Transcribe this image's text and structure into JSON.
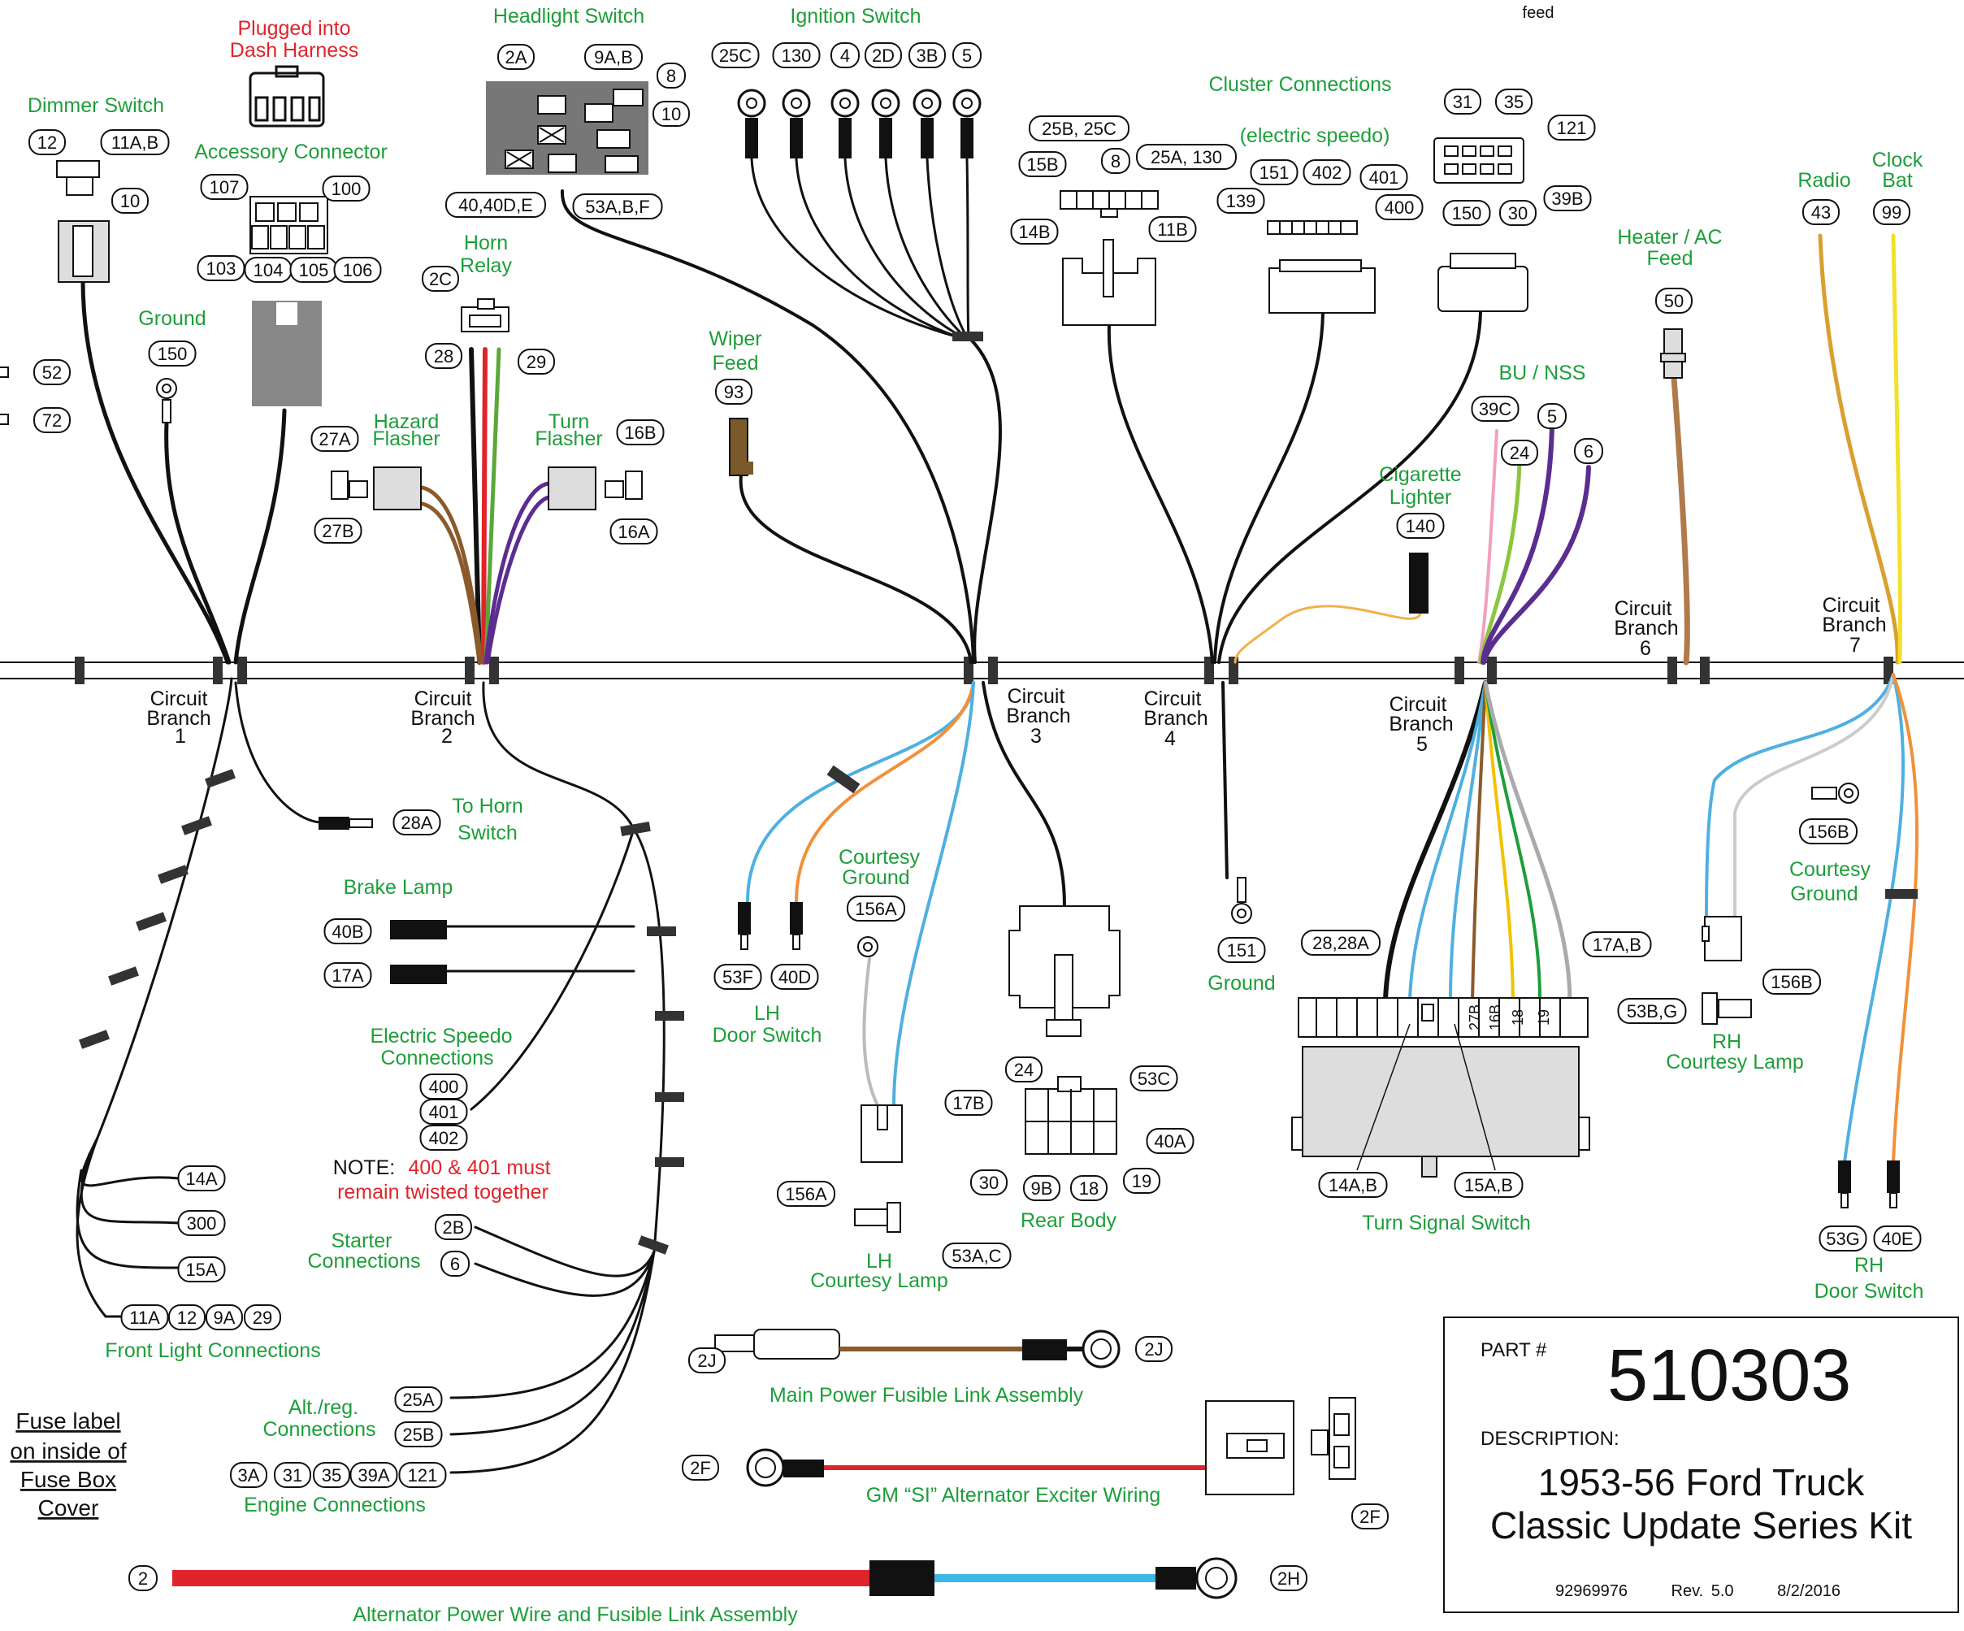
{
  "diagram": {
    "top_label": "feed",
    "components": {
      "headlight_switch": {
        "title": "Headlight Switch",
        "pins": [
          "2A",
          "9A,B",
          "8",
          "10",
          "40,40D,E",
          "53A,B,F"
        ]
      },
      "ignition_switch": {
        "title": "Ignition Switch",
        "pins": [
          "25C",
          "130",
          "4",
          "2D",
          "3B",
          "5"
        ]
      },
      "cluster": {
        "title": "Cluster Connections",
        "sub": "(electric speedo)",
        "pins": [
          "25B, 25C",
          "15B",
          "8",
          "25A, 130",
          "14B",
          "11B",
          "151",
          "402",
          "401",
          "139",
          "400"
        ]
      },
      "right_cluster_pins": [
        "31",
        "35",
        "121",
        "150",
        "30",
        "39B"
      ],
      "dash_plug": {
        "line1": "Plugged into",
        "line2": "Dash Harness"
      },
      "accessory": {
        "title": "Accessory Connector",
        "pins": [
          "107",
          "100",
          "103",
          "104",
          "105",
          "106"
        ]
      },
      "dimmer": {
        "title": "Dimmer Switch",
        "pins": [
          "12",
          "11A,B",
          "10"
        ]
      },
      "ground1": {
        "title": "Ground",
        "pin": "150"
      },
      "left_tags": [
        "52",
        "72"
      ],
      "horn_relay": {
        "line1": "Horn",
        "line2": "Relay",
        "pins": [
          "2C",
          "28",
          "29"
        ]
      },
      "hazard": {
        "line1": "Hazard",
        "line2": "Flasher",
        "pins": [
          "27A",
          "27B"
        ]
      },
      "turn_flasher": {
        "line1": "Turn",
        "line2": "Flasher",
        "pins": [
          "16B",
          "16A"
        ]
      },
      "wiper": {
        "line1": "Wiper",
        "line2": "Feed",
        "pin": "93"
      },
      "cig": {
        "line1": "Cigarette",
        "line2": "Lighter",
        "pin": "140"
      },
      "bu_nss": {
        "title": "BU / NSS",
        "pins": [
          "39C",
          "24",
          "5",
          "6"
        ]
      },
      "heater": {
        "line1": "Heater / AC",
        "line2": "Feed",
        "pin": "50"
      },
      "radio": {
        "title": "Radio",
        "pin": "43"
      },
      "clock": {
        "line1": "Clock",
        "line2": "Bat",
        "pin": "99"
      },
      "branch_word": "Circuit",
      "branch_word2": "Branch",
      "branches": [
        "1",
        "2",
        "3",
        "4",
        "5",
        "6",
        "7"
      ],
      "to_horn": {
        "line1": "To Horn",
        "line2": "Switch",
        "pin": "28A"
      },
      "brake": {
        "title": "Brake Lamp",
        "pins": [
          "40B",
          "17A"
        ]
      },
      "speedo": {
        "line1": "Electric Speedo",
        "line2": "Connections",
        "pins": [
          "400",
          "401",
          "402"
        ]
      },
      "note": {
        "prefix": "NOTE:",
        "text1": "400 & 401 must",
        "text2": "remain twisted together"
      },
      "front_pins": [
        "14A",
        "300",
        "15A"
      ],
      "front_light": {
        "title": "Front Light Connections",
        "pins": [
          "11A",
          "12",
          "9A",
          "29"
        ]
      },
      "starter": {
        "line1": "Starter",
        "line2": "Connections",
        "pins": [
          "2B",
          "6"
        ]
      },
      "altreg": {
        "line1": "Alt./reg.",
        "line2": "Connections",
        "pins": [
          "25A",
          "25B"
        ]
      },
      "engine": {
        "title": "Engine Connections",
        "pins": [
          "3A",
          "31",
          "35",
          "39A",
          "121"
        ]
      },
      "fuse_label": [
        "Fuse label",
        "on inside of",
        "Fuse Box",
        "Cover"
      ],
      "lh_door": {
        "line1": "LH",
        "line2": "Door Switch",
        "pins": [
          "53F",
          "40D"
        ]
      },
      "courtesy_ground_l": {
        "line1": "Courtesy",
        "line2": "Ground",
        "pin": "156A"
      },
      "lh_courtesy": {
        "line1": "LH",
        "line2": "Courtesy Lamp",
        "pins": [
          "156A",
          "53A,C"
        ]
      },
      "rear_body": {
        "title": "Rear Body",
        "pins": [
          "24",
          "53C",
          "17B",
          "40A",
          "30",
          "9B",
          "18",
          "19"
        ]
      },
      "ground4": {
        "title": "Ground",
        "pin": "151"
      },
      "turn_signal": {
        "title": "Turn Signal Switch",
        "pins": [
          "28,28A",
          "17A,B",
          "14A,B",
          "15A,B"
        ],
        "inner": [
          "27B",
          "16B",
          "18",
          "19"
        ]
      },
      "rh_courtesy_ground": {
        "line1": "Courtesy",
        "line2": "Ground",
        "pin": "156B"
      },
      "rh_courtesy": {
        "line1": "RH",
        "line2": "Courtesy Lamp",
        "pins": [
          "53B,G",
          "156B"
        ]
      },
      "rh_door": {
        "line1": "RH",
        "line2": "Door Switch",
        "pins": [
          "53G",
          "40E"
        ]
      },
      "main_power": {
        "title": "Main Power Fusible Link Assembly",
        "pins": [
          "2J",
          "2J"
        ]
      },
      "gm_si": {
        "title": "GM “SI” Alternator Exciter Wiring",
        "pins": [
          "2F",
          "2F"
        ]
      },
      "alt_power": {
        "title": "Alternator Power Wire and Fusible Link Assembly",
        "pins": [
          "2",
          "2H"
        ]
      }
    },
    "title_block": {
      "part_label": "PART #",
      "part_number": "510303",
      "description_label": "DESCRIPTION:",
      "line1": "1953-56 Ford Truck",
      "line2": "Classic Update Series Kit",
      "doc_no": "92969976",
      "rev": "Rev. 5.0",
      "date": "8/2/2016"
    },
    "colors": {
      "label_green": "#1e9e3a",
      "note_red": "#e0242b",
      "wire_black": "#111111",
      "wire_red": "#e0242b",
      "wire_brown": "#8b5a2b",
      "wire_blue": "#4fb0e0",
      "wire_orange": "#f0913a",
      "wire_purple": "#5b2d91"
    }
  }
}
